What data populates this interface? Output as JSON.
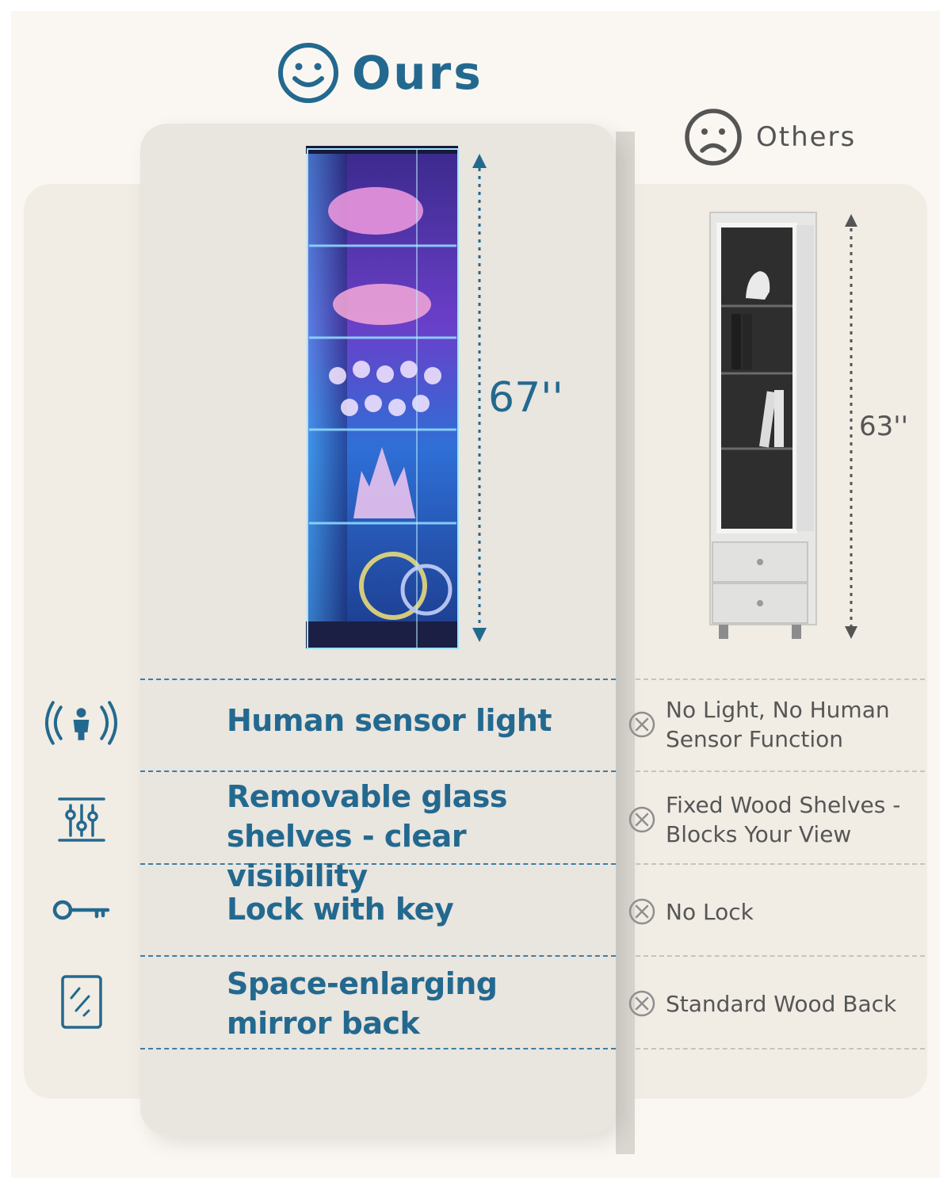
{
  "header": {
    "ours_title": "Ours",
    "others_title": "Others"
  },
  "ours": {
    "height_label": "67''"
  },
  "others": {
    "height_label": "63''"
  },
  "features": [
    {
      "icon": "human-sensor-icon",
      "label": "Human sensor light",
      "others": "No Light, No Human Sensor Function"
    },
    {
      "icon": "shelves-sliders-icon",
      "label": "Removable glass shelves - clear visibility",
      "others": "Fixed Wood Shelves - Blocks Your View"
    },
    {
      "icon": "key-icon",
      "label": "Lock with key",
      "others": "No Lock"
    },
    {
      "icon": "mirror-icon",
      "label": "Space-enlarging mirror back",
      "others": "Standard Wood Back"
    }
  ],
  "colors": {
    "brand_blue": "#23698f",
    "text_gray": "#565656",
    "card": "#e9e5df",
    "panel": "#f1ece4"
  }
}
